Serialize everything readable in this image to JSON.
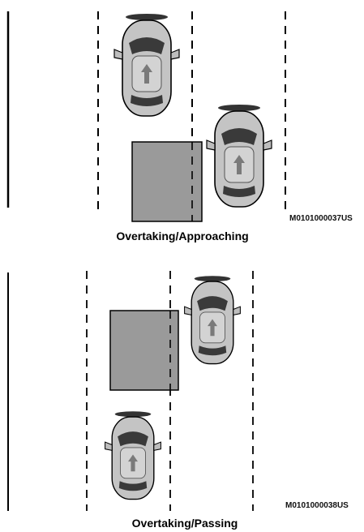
{
  "figures": [
    {
      "caption": "Overtaking/Approaching",
      "code": "M0101000037US"
    },
    {
      "caption": "Overtaking/Passing",
      "code": "M0101000038US"
    }
  ],
  "colors": {
    "line": "#000000",
    "blind_zone_fill": "#9a9a9a",
    "car_body": "#c4c4c4",
    "car_dark": "#3a3a3a",
    "arrow": "#7a7a7a"
  }
}
